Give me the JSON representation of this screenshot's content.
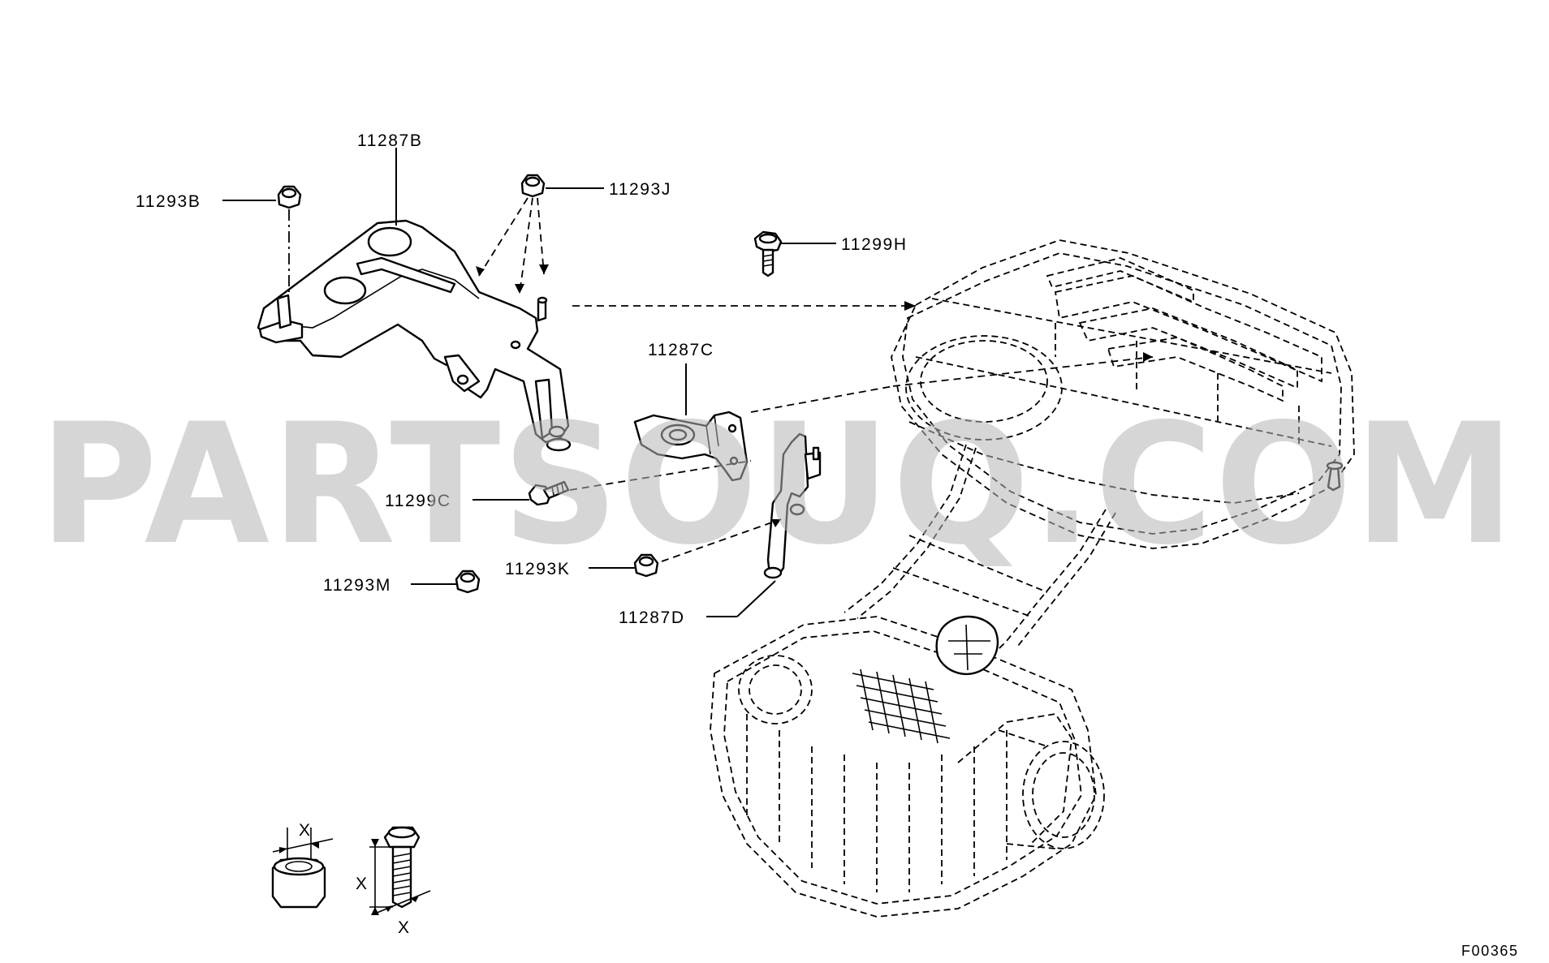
{
  "watermark": "PARTSOUQ.COM",
  "figure_code": "F00365",
  "callouts": {
    "bracket_main": "11287B",
    "nut_left": "11293B",
    "nut_group": "11293J",
    "bolt_top": "11299H",
    "bracket_mid": "11287C",
    "bolt_mid": "11299C",
    "nut_k": "11293K",
    "nut_m": "11293M",
    "bracket_small": "11287D"
  },
  "dimension_marks": {
    "x1": "X",
    "x2": "X",
    "x3": "X"
  }
}
